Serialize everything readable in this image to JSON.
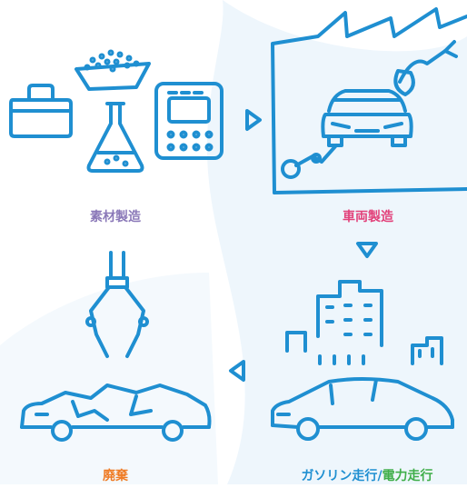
{
  "colors": {
    "line": "#1f8fd1",
    "background_shape": "#eef6fc",
    "materials_label": "#8a78b8",
    "vehicle_label": "#e2417a",
    "disposal_label": "#ef7b24",
    "driving_gasoline_label": "#1f8fd1",
    "driving_electric_label": "#3fae49"
  },
  "stages": {
    "materials": {
      "label": "素材製造"
    },
    "vehicle_manufacturing": {
      "label": "車両製造"
    },
    "driving": {
      "gasoline_label": "ガソリン走行",
      "separator": "/",
      "electric_label": "電力走行"
    },
    "disposal": {
      "label": "廃棄"
    }
  },
  "arrows": [
    {
      "from": "materials",
      "to": "vehicle_manufacturing",
      "icon": "triangle-right-icon"
    },
    {
      "from": "vehicle_manufacturing",
      "to": "driving",
      "icon": "triangle-down-icon"
    },
    {
      "from": "driving",
      "to": "disposal",
      "icon": "triangle-left-icon"
    }
  ]
}
